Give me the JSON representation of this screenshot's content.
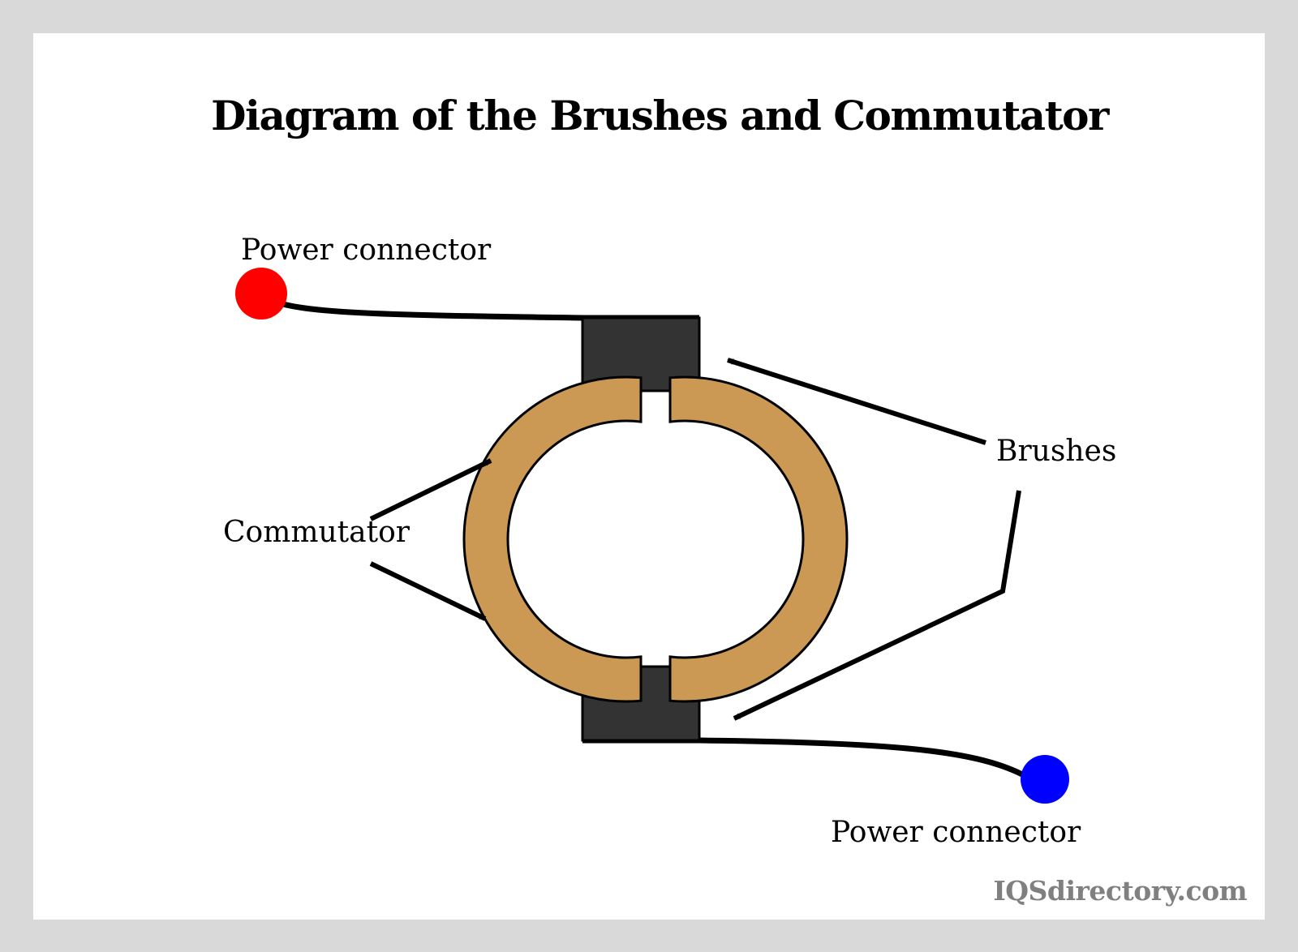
{
  "title": "Diagram of the Brushes and Commutator",
  "labels": {
    "power_connector_top": "Power connector",
    "power_connector_bottom": "Power connector",
    "commutator": "Commutator",
    "brushes": "Brushes"
  },
  "watermark": "IQSdirectory.com",
  "colors": {
    "background_border": "#d9d9d9",
    "panel": "#ffffff",
    "commutator_fill": "#cc9955",
    "brush_fill": "#333333",
    "outline": "#000000",
    "connector_positive": "#ff0000",
    "connector_negative": "#0000ff",
    "watermark": "#808080"
  },
  "components": [
    {
      "id": "power-connector-top",
      "name": "Power connector",
      "color": "red"
    },
    {
      "id": "brush-top",
      "name": "Brush"
    },
    {
      "id": "commutator",
      "name": "Commutator",
      "segments": 2
    },
    {
      "id": "brush-bottom",
      "name": "Brush"
    },
    {
      "id": "power-connector-bottom",
      "name": "Power connector",
      "color": "blue"
    }
  ]
}
